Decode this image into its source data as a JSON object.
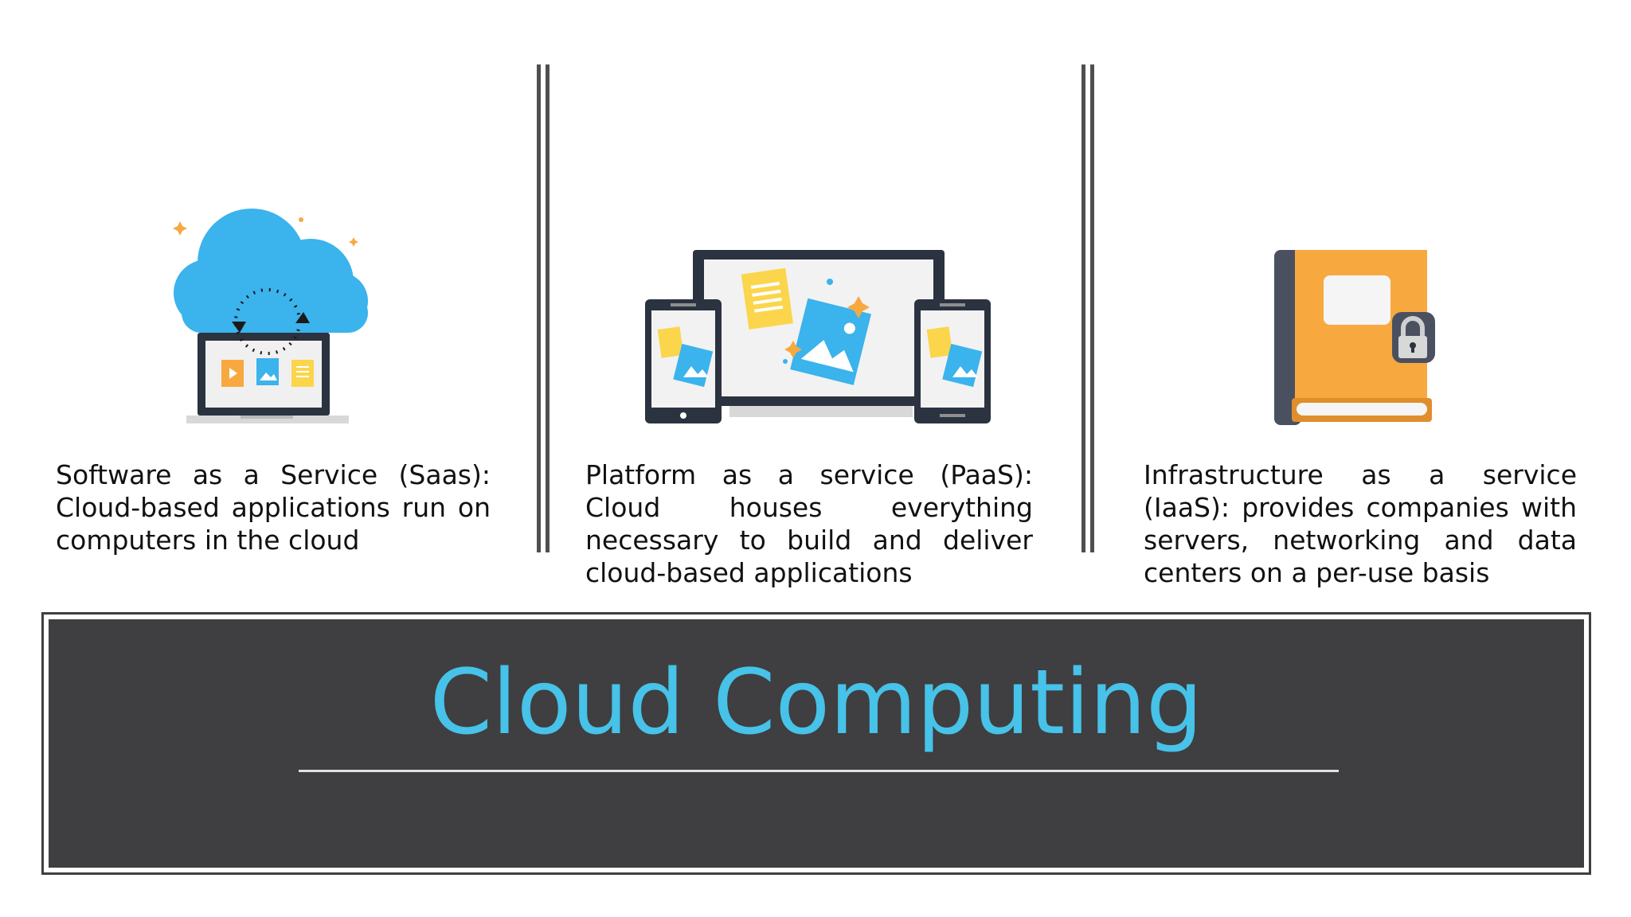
{
  "columns": {
    "saas": {
      "icon": "cloud-laptop-icon",
      "text": "Software as a Service (Saas): Cloud-based applications run on computers in the cloud"
    },
    "paas": {
      "icon": "multi-device-icon",
      "text": "Platform as a service (PaaS): Cloud houses everything necessary to build and deliver cloud-based applications"
    },
    "iaas": {
      "icon": "locked-book-icon",
      "text": "Infrastructure as a service (IaaS): provides companies with servers, networking and data centers on a per-use basis"
    }
  },
  "banner": {
    "title": "Cloud Computing"
  },
  "colors": {
    "title_blue": "#47c2e8",
    "banner_bg": "#3f3e40",
    "divider": "#4f4f4f",
    "cloud_blue": "#3bb3ec",
    "orange": "#f7a940",
    "yellow": "#fbd54b",
    "navy": "#2b3340"
  }
}
